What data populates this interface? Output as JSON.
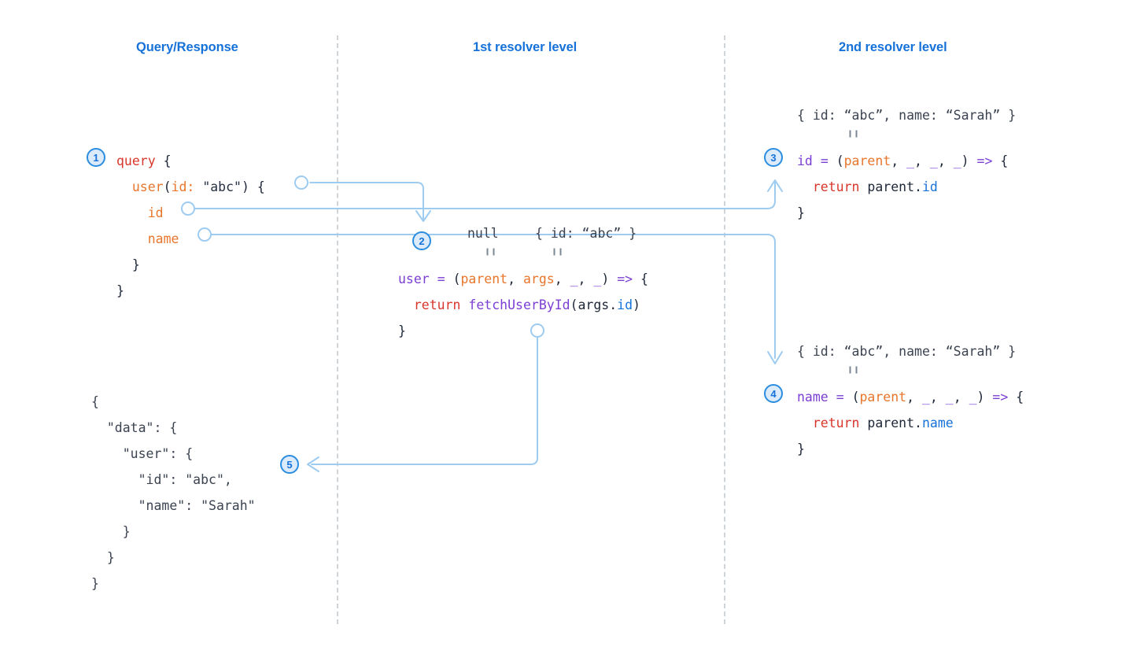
{
  "diagram": {
    "title": "GraphQL query resolver execution flow",
    "accent_color": "#1672d9",
    "connector_color": "#9ecbf0",
    "divider_color": "#cfd4d9"
  },
  "columns": [
    {
      "id": "query-response",
      "label": "Query/Response"
    },
    {
      "id": "first-resolver-level",
      "label": "1st resolver level"
    },
    {
      "id": "second-resolver-level",
      "label": "2nd resolver level"
    }
  ],
  "steps": [
    {
      "number": "1",
      "name": "query-step"
    },
    {
      "number": "2",
      "name": "user-resolver-step"
    },
    {
      "number": "3",
      "name": "id-resolver-step"
    },
    {
      "number": "4",
      "name": "name-resolver-step"
    },
    {
      "number": "5",
      "name": "response-step"
    }
  ],
  "query_block": {
    "name": "graphql-query",
    "lines": [
      [
        {
          "t": "query",
          "c": "keyword"
        },
        {
          "t": " {",
          "c": "punct"
        }
      ],
      [
        {
          "t": "  ",
          "c": "punct"
        },
        {
          "t": "user",
          "c": "field"
        },
        {
          "t": "(",
          "c": "punct"
        },
        {
          "t": "id:",
          "c": "field"
        },
        {
          "t": " ",
          "c": "punct"
        },
        {
          "t": "\"abc\"",
          "c": "string"
        },
        {
          "t": ") {",
          "c": "punct"
        }
      ],
      [
        {
          "t": "    ",
          "c": "punct"
        },
        {
          "t": "id",
          "c": "field"
        }
      ],
      [
        {
          "t": "    ",
          "c": "punct"
        },
        {
          "t": "name",
          "c": "field"
        }
      ],
      [
        {
          "t": "  }",
          "c": "punct"
        }
      ],
      [
        {
          "t": "}",
          "c": "punct"
        }
      ]
    ]
  },
  "response_block": {
    "name": "graphql-response",
    "lines": [
      [
        {
          "t": "{",
          "c": "plain"
        }
      ],
      [
        {
          "t": "  \"data\": {",
          "c": "plain"
        }
      ],
      [
        {
          "t": "    \"user\": {",
          "c": "plain"
        }
      ],
      [
        {
          "t": "      \"id\": \"abc\",",
          "c": "plain"
        }
      ],
      [
        {
          "t": "      \"name\": \"Sarah\"",
          "c": "plain"
        }
      ],
      [
        {
          "t": "    }",
          "c": "plain"
        }
      ],
      [
        {
          "t": "  }",
          "c": "plain"
        }
      ],
      [
        {
          "t": "}",
          "c": "plain"
        }
      ]
    ]
  },
  "resolver_user": {
    "name": "user-resolver",
    "parent_value": "null",
    "args_value": "{ id: “abc” }",
    "lines": [
      [
        {
          "t": "user",
          "c": "fn"
        },
        {
          "t": " ",
          "c": "punct"
        },
        {
          "t": "=",
          "c": "fn"
        },
        {
          "t": " ",
          "c": "punct"
        },
        {
          "t": "(",
          "c": "punct"
        },
        {
          "t": "parent",
          "c": "field"
        },
        {
          "t": ", ",
          "c": "punct"
        },
        {
          "t": "args",
          "c": "field"
        },
        {
          "t": ", ",
          "c": "punct"
        },
        {
          "t": "_",
          "c": "fn"
        },
        {
          "t": ", ",
          "c": "punct"
        },
        {
          "t": "_",
          "c": "fn"
        },
        {
          "t": ") ",
          "c": "punct"
        },
        {
          "t": "=>",
          "c": "fn"
        },
        {
          "t": " {",
          "c": "punct"
        }
      ],
      [
        {
          "t": "  ",
          "c": "punct"
        },
        {
          "t": "return",
          "c": "keyword"
        },
        {
          "t": " ",
          "c": "punct"
        },
        {
          "t": "fetchUserById",
          "c": "fn"
        },
        {
          "t": "(args.",
          "c": "punct"
        },
        {
          "t": "id",
          "c": "prop"
        },
        {
          "t": ")",
          "c": "punct"
        }
      ],
      [
        {
          "t": "}",
          "c": "punct"
        }
      ]
    ]
  },
  "resolver_id": {
    "name": "id-resolver",
    "parent_value": "{ id: “abc”, name: “Sarah” }",
    "lines": [
      [
        {
          "t": "id",
          "c": "fn"
        },
        {
          "t": " ",
          "c": "punct"
        },
        {
          "t": "=",
          "c": "fn"
        },
        {
          "t": " ",
          "c": "punct"
        },
        {
          "t": "(",
          "c": "punct"
        },
        {
          "t": "parent",
          "c": "field"
        },
        {
          "t": ", ",
          "c": "punct"
        },
        {
          "t": "_",
          "c": "fn"
        },
        {
          "t": ", ",
          "c": "punct"
        },
        {
          "t": "_",
          "c": "fn"
        },
        {
          "t": ", ",
          "c": "punct"
        },
        {
          "t": "_",
          "c": "fn"
        },
        {
          "t": ") ",
          "c": "punct"
        },
        {
          "t": "=>",
          "c": "fn"
        },
        {
          "t": " {",
          "c": "punct"
        }
      ],
      [
        {
          "t": "  ",
          "c": "punct"
        },
        {
          "t": "return",
          "c": "keyword"
        },
        {
          "t": " parent.",
          "c": "punct"
        },
        {
          "t": "id",
          "c": "prop"
        }
      ],
      [
        {
          "t": "}",
          "c": "punct"
        }
      ]
    ]
  },
  "resolver_name": {
    "name": "name-resolver",
    "parent_value": "{ id: “abc”, name: “Sarah” }",
    "lines": [
      [
        {
          "t": "name",
          "c": "fn"
        },
        {
          "t": " ",
          "c": "punct"
        },
        {
          "t": "=",
          "c": "fn"
        },
        {
          "t": " ",
          "c": "punct"
        },
        {
          "t": "(",
          "c": "punct"
        },
        {
          "t": "parent",
          "c": "field"
        },
        {
          "t": ", ",
          "c": "punct"
        },
        {
          "t": "_",
          "c": "fn"
        },
        {
          "t": ", ",
          "c": "punct"
        },
        {
          "t": "_",
          "c": "fn"
        },
        {
          "t": ", ",
          "c": "punct"
        },
        {
          "t": "_",
          "c": "fn"
        },
        {
          "t": ") ",
          "c": "punct"
        },
        {
          "t": "=>",
          "c": "fn"
        },
        {
          "t": " {",
          "c": "punct"
        }
      ],
      [
        {
          "t": "  ",
          "c": "punct"
        },
        {
          "t": "return",
          "c": "keyword"
        },
        {
          "t": " parent.",
          "c": "punct"
        },
        {
          "t": "name",
          "c": "prop"
        }
      ],
      [
        {
          "t": "}",
          "c": "punct"
        }
      ]
    ]
  }
}
